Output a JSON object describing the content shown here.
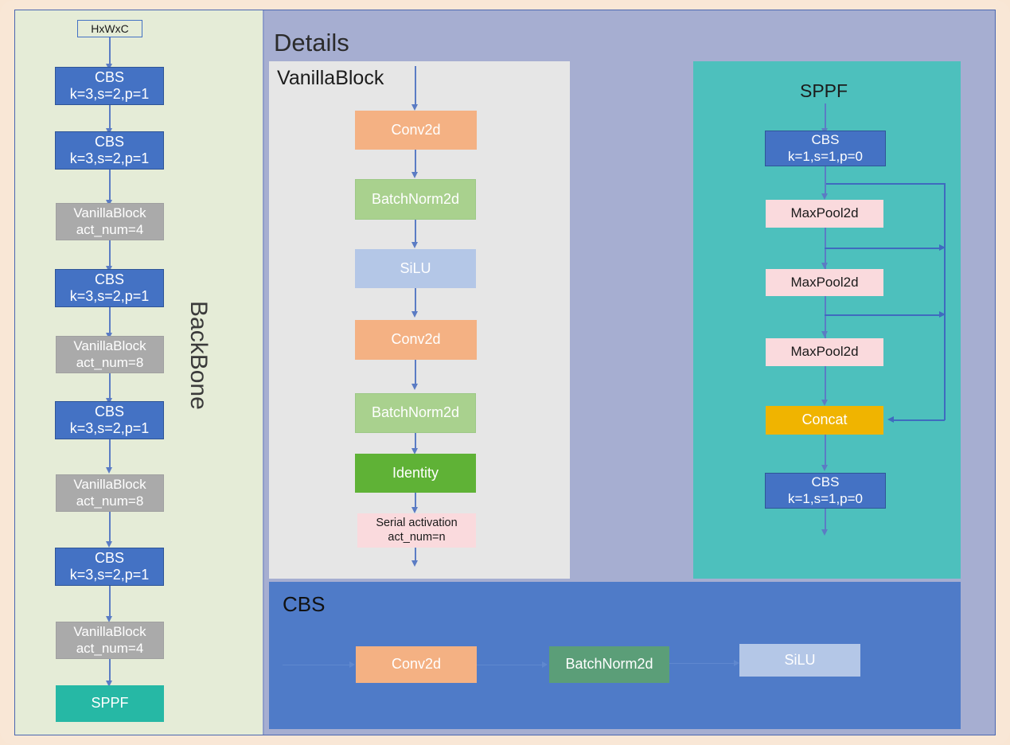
{
  "diagram": {
    "details_title": "Details",
    "backbone_label": "BackBone"
  },
  "backbone": {
    "input": {
      "label": "HxWxC"
    },
    "nodes": [
      {
        "type": "cbs",
        "l1": "CBS",
        "l2": "k=3,s=2,p=1"
      },
      {
        "type": "cbs",
        "l1": "CBS",
        "l2": "k=3,s=2,p=1"
      },
      {
        "type": "vanilla",
        "l1": "VanillaBlock",
        "l2": "act_num=4"
      },
      {
        "type": "cbs",
        "l1": "CBS",
        "l2": "k=3,s=2,p=1"
      },
      {
        "type": "vanilla",
        "l1": "VanillaBlock",
        "l2": "act_num=8"
      },
      {
        "type": "cbs",
        "l1": "CBS",
        "l2": "k=3,s=2,p=1"
      },
      {
        "type": "vanilla",
        "l1": "VanillaBlock",
        "l2": "act_num=8"
      },
      {
        "type": "cbs",
        "l1": "CBS",
        "l2": "k=3,s=2,p=1"
      },
      {
        "type": "vanilla",
        "l1": "VanillaBlock",
        "l2": "act_num=4"
      },
      {
        "type": "sppf",
        "l1": "SPPF",
        "l2": ""
      }
    ]
  },
  "vanilla_block": {
    "title": "VanillaBlock",
    "nodes": [
      {
        "l1": "Conv2d",
        "l2": ""
      },
      {
        "l1": "BatchNorm2d",
        "l2": ""
      },
      {
        "l1": "SiLU",
        "l2": ""
      },
      {
        "l1": "Conv2d",
        "l2": ""
      },
      {
        "l1": "BatchNorm2d",
        "l2": ""
      },
      {
        "l1": "Identity",
        "l2": ""
      },
      {
        "l1": "Serial activation",
        "l2": "act_num=n"
      }
    ]
  },
  "sppf": {
    "title": "SPPF",
    "nodes": [
      {
        "l1": "CBS",
        "l2": "k=1,s=1,p=0"
      },
      {
        "l1": "MaxPool2d",
        "l2": ""
      },
      {
        "l1": "MaxPool2d",
        "l2": ""
      },
      {
        "l1": "MaxPool2d",
        "l2": ""
      },
      {
        "l1": "Concat",
        "l2": ""
      },
      {
        "l1": "CBS",
        "l2": "k=1,s=1,p=0"
      }
    ]
  },
  "cbs": {
    "title": "CBS",
    "nodes": [
      {
        "l1": "Conv2d",
        "l2": ""
      },
      {
        "l1": "BatchNorm2d",
        "l2": ""
      },
      {
        "l1": "SiLU",
        "l2": ""
      }
    ]
  },
  "colors": {
    "cbs": "#4472c4",
    "vanilla": "#aaaaaa",
    "sppf": "#26b8a5",
    "conv": "#f4b183",
    "batchnorm": "#a9d18e",
    "silu": "#b4c7e7",
    "identity": "#5fb236",
    "maxpool": "#fadadd",
    "concat": "#f0b400",
    "backbone_bg": "#e5ecd7",
    "details_bg": "#a6aed1",
    "vanilla_bg": "#e6e6e6",
    "sppf_bg": "#4dc0bd",
    "cbs_bg": "#4f7bc8",
    "frame": "#f9e7d6",
    "arrow": "#5b7cc4"
  }
}
